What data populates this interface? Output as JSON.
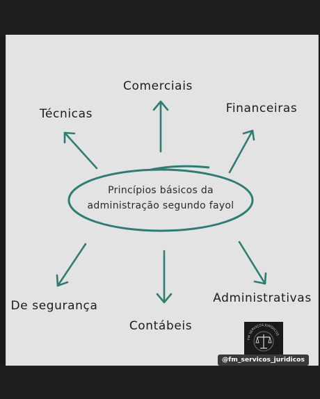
{
  "diagram": {
    "center_line1": "Princípios básicos da",
    "center_line2": "administração segundo fayol",
    "nodes": {
      "comerciais": "Comerciais",
      "tecnicas": "Técnicas",
      "financeiras": "Financeiras",
      "seguranca": "De segurança",
      "contabeis": "Contábeis",
      "administrativas": "Administrativas"
    }
  },
  "watermark": "@fm_servicos_juridicos",
  "logo_text": "FM SERVIÇOS JURÍDICOS",
  "colors": {
    "arrow": "#2e7d74",
    "background": "#e3e3e3",
    "frame": "#1f1f1f"
  }
}
